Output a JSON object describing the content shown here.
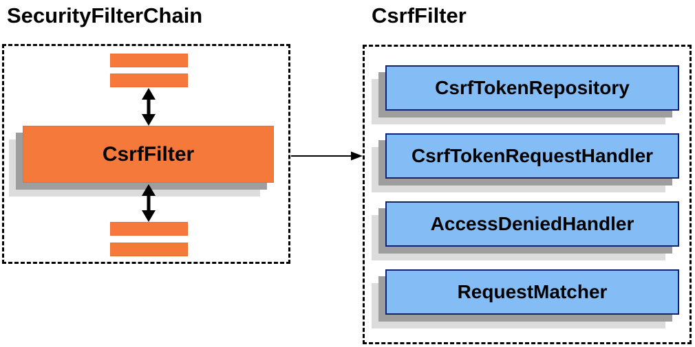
{
  "left_section": {
    "title": "SecurityFilterChain",
    "filter_node_label": "CsrfFilter"
  },
  "right_section": {
    "title": "CsrfFilter",
    "components": [
      "CsrfTokenRepository",
      "CsrfTokenRequestHandler",
      "AccessDeniedHandler",
      "RequestMatcher"
    ]
  },
  "colors": {
    "orange_fill": "#f5793b",
    "orange_border": "#ed6c2f",
    "blue_fill": "#84bdf5",
    "blue_border": "#14216e",
    "shadow_dark": "#9e9e9e",
    "shadow_light": "#dcdcdc",
    "arrow_black": "#000000"
  }
}
